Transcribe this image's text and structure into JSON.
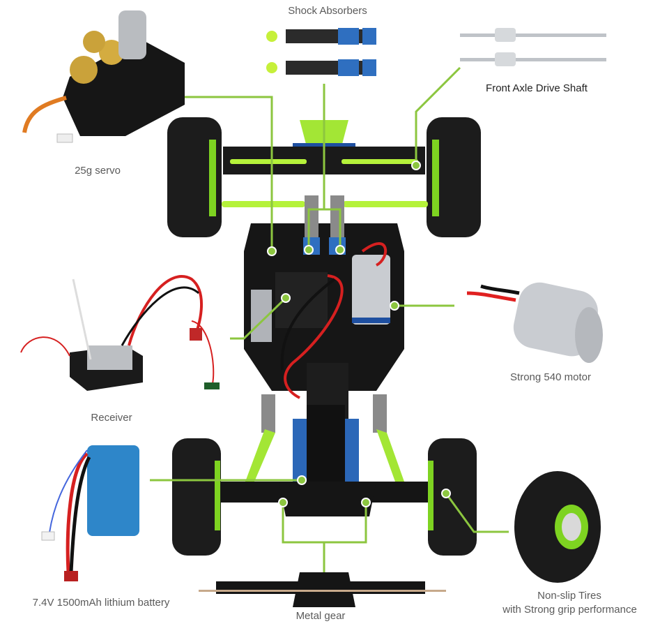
{
  "diagram": {
    "subject": "RC crawler car chassis, top view",
    "accent_color": "#8cc63f",
    "callouts": [
      {
        "id": "shock",
        "label": "Shock Absorbers"
      },
      {
        "id": "drive_shaft",
        "label": "Front Axle Drive Shaft"
      },
      {
        "id": "servo",
        "label": "25g servo"
      },
      {
        "id": "motor",
        "label": "Strong 540 motor"
      },
      {
        "id": "receiver",
        "label": "Receiver"
      },
      {
        "id": "battery",
        "label": "7.4V 1500mAh lithium battery"
      },
      {
        "id": "gear",
        "label": "Metal gear"
      },
      {
        "id": "tires",
        "label_line1": "Non-slip Tires",
        "label_line2": "with Strong grip performance"
      }
    ]
  }
}
